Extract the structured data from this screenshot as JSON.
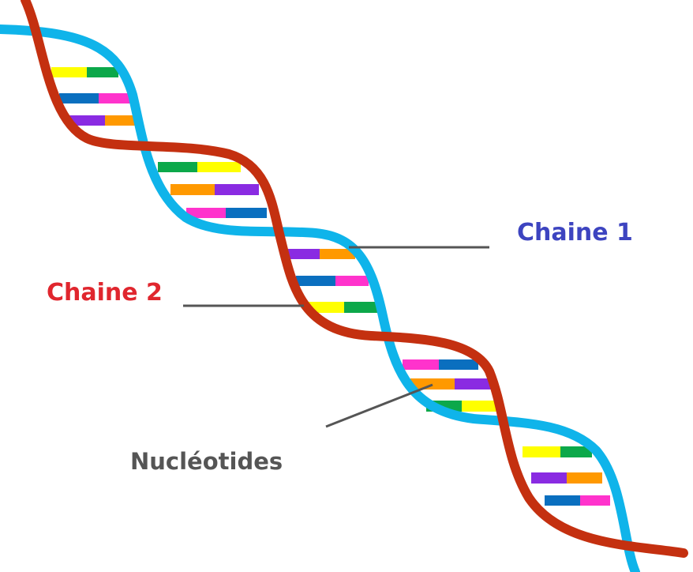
{
  "labels": {
    "chaine1": "Chaine 1",
    "chaine2": "Chaine 2",
    "nucleotides": "Nucléotides"
  },
  "colors": {
    "chaine1": "#3d44c0",
    "chaine2": "#e0262e",
    "nucleotides": "#555555",
    "strand1": "#0fb4ea",
    "strand2": "#c43010",
    "leader": "#555555",
    "base_yellow": "#ffff00",
    "base_green": "#0ca84a",
    "base_blue": "#0a6fbf",
    "base_pink": "#ff33cc",
    "base_purple": "#8a2be2",
    "base_orange": "#ff9900"
  }
}
